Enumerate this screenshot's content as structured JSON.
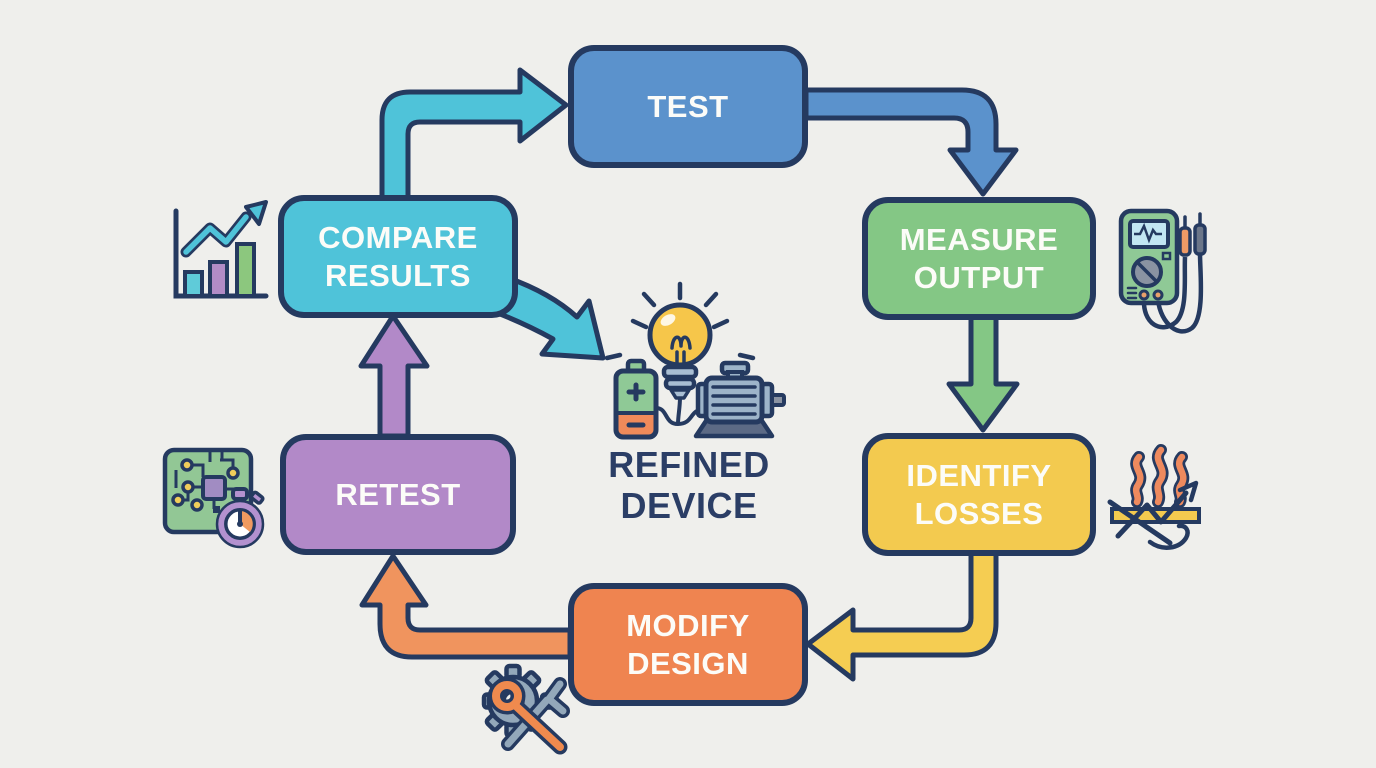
{
  "diagram": {
    "background_color": "#efefec",
    "outline_color": "#253a60",
    "nodes": {
      "test": {
        "label": "TEST",
        "color": "#5b92cc"
      },
      "measure_output": {
        "label": "MEASURE OUTPUT",
        "color": "#84c785"
      },
      "identify_losses": {
        "label": "IDENTIFY LOSSES",
        "color": "#f3ca4f"
      },
      "modify_design": {
        "label": "MODIFY DESIGN",
        "color": "#ef8450"
      },
      "retest": {
        "label": "RETEST",
        "color": "#b289c8"
      },
      "compare_results": {
        "label": "COMPARE RESULTS",
        "color": "#4fc3d9"
      }
    },
    "center_device": {
      "label": "REFINED DEVICE",
      "text_color": "#2b3e66",
      "icons": [
        "lightbulb-icon",
        "battery-icon",
        "motor-icon"
      ]
    },
    "arrows": [
      {
        "from": "COMPARE RESULTS",
        "to": "TEST",
        "color": "#4fc3d9"
      },
      {
        "from": "TEST",
        "to": "MEASURE OUTPUT",
        "color": "#5b92cc"
      },
      {
        "from": "MEASURE OUTPUT",
        "to": "IDENTIFY LOSSES",
        "color": "#84c785"
      },
      {
        "from": "IDENTIFY LOSSES",
        "to": "MODIFY DESIGN",
        "color": "#f5cd52"
      },
      {
        "from": "MODIFY DESIGN",
        "to": "RETEST",
        "color": "#f0945e"
      },
      {
        "from": "RETEST",
        "to": "COMPARE RESULTS",
        "color": "#b289c8"
      },
      {
        "from": "COMPARE RESULTS",
        "to": "REFINED DEVICE",
        "color": "#4fc3d9"
      }
    ],
    "decorative_icons": [
      "bar-chart-growth-icon",
      "multimeter-icon",
      "heat-loss-icon",
      "gear-wrench-icon",
      "circuit-stopwatch-icon"
    ]
  }
}
